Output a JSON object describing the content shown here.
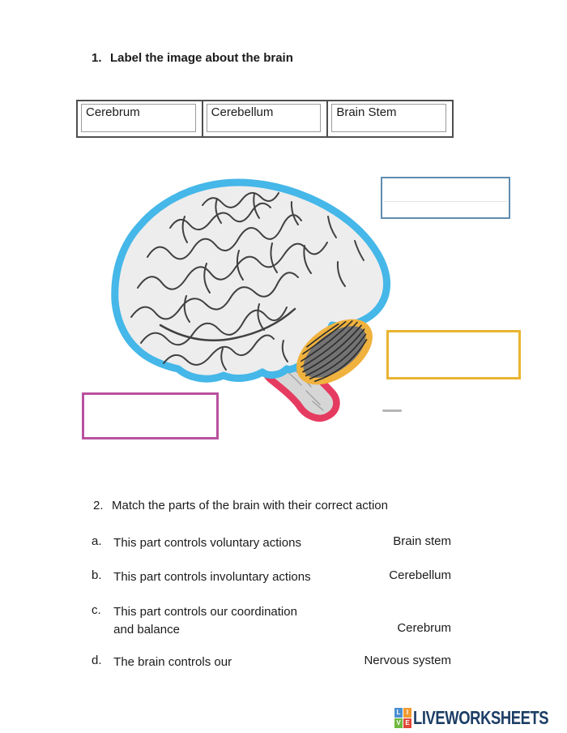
{
  "section1": {
    "number": "1.",
    "title": "Label the image about the brain",
    "word_bank": [
      "Cerebrum",
      "Cerebellum",
      "Brain Stem"
    ],
    "answer_boxes": [
      {
        "part": "cerebrum",
        "value": "",
        "border_color": "#608cb0"
      },
      {
        "part": "cerebellum",
        "value": "",
        "border_color": "#eab431"
      },
      {
        "part": "brain_stem",
        "value": "",
        "border_color": "#b9519f"
      }
    ]
  },
  "diagram": {
    "outline_colors": {
      "cerebrum": "#45b7e8",
      "cerebellum": "#f0b23e",
      "brain_stem": "#e63b60"
    }
  },
  "section2": {
    "number": "2.",
    "title": "Match the parts of the brain with their correct action",
    "items": [
      {
        "letter": "a.",
        "lines": [
          "This part controls voluntary actions",
          ""
        ],
        "answer": "Brain stem"
      },
      {
        "letter": "b.",
        "lines": [
          "This part controls involuntary actions",
          ""
        ],
        "answer": "Cerebellum"
      },
      {
        "letter": "c.",
        "lines": [
          "This part controls our coordination",
          "and balance"
        ],
        "answer": "Cerebrum"
      },
      {
        "letter": "d.",
        "lines": [
          "The brain controls our",
          ""
        ],
        "answer": "Nervous system"
      }
    ]
  },
  "footer": {
    "logo_text": "LIVEWORKSHEETS",
    "logo_text_color": "#1d3e66",
    "logo_squares": [
      {
        "letter": "L",
        "color": "#4a90d2"
      },
      {
        "letter": "I",
        "color": "#f09b31"
      },
      {
        "letter": "V",
        "color": "#6fb93f"
      },
      {
        "letter": "E",
        "color": "#e04838"
      }
    ]
  }
}
